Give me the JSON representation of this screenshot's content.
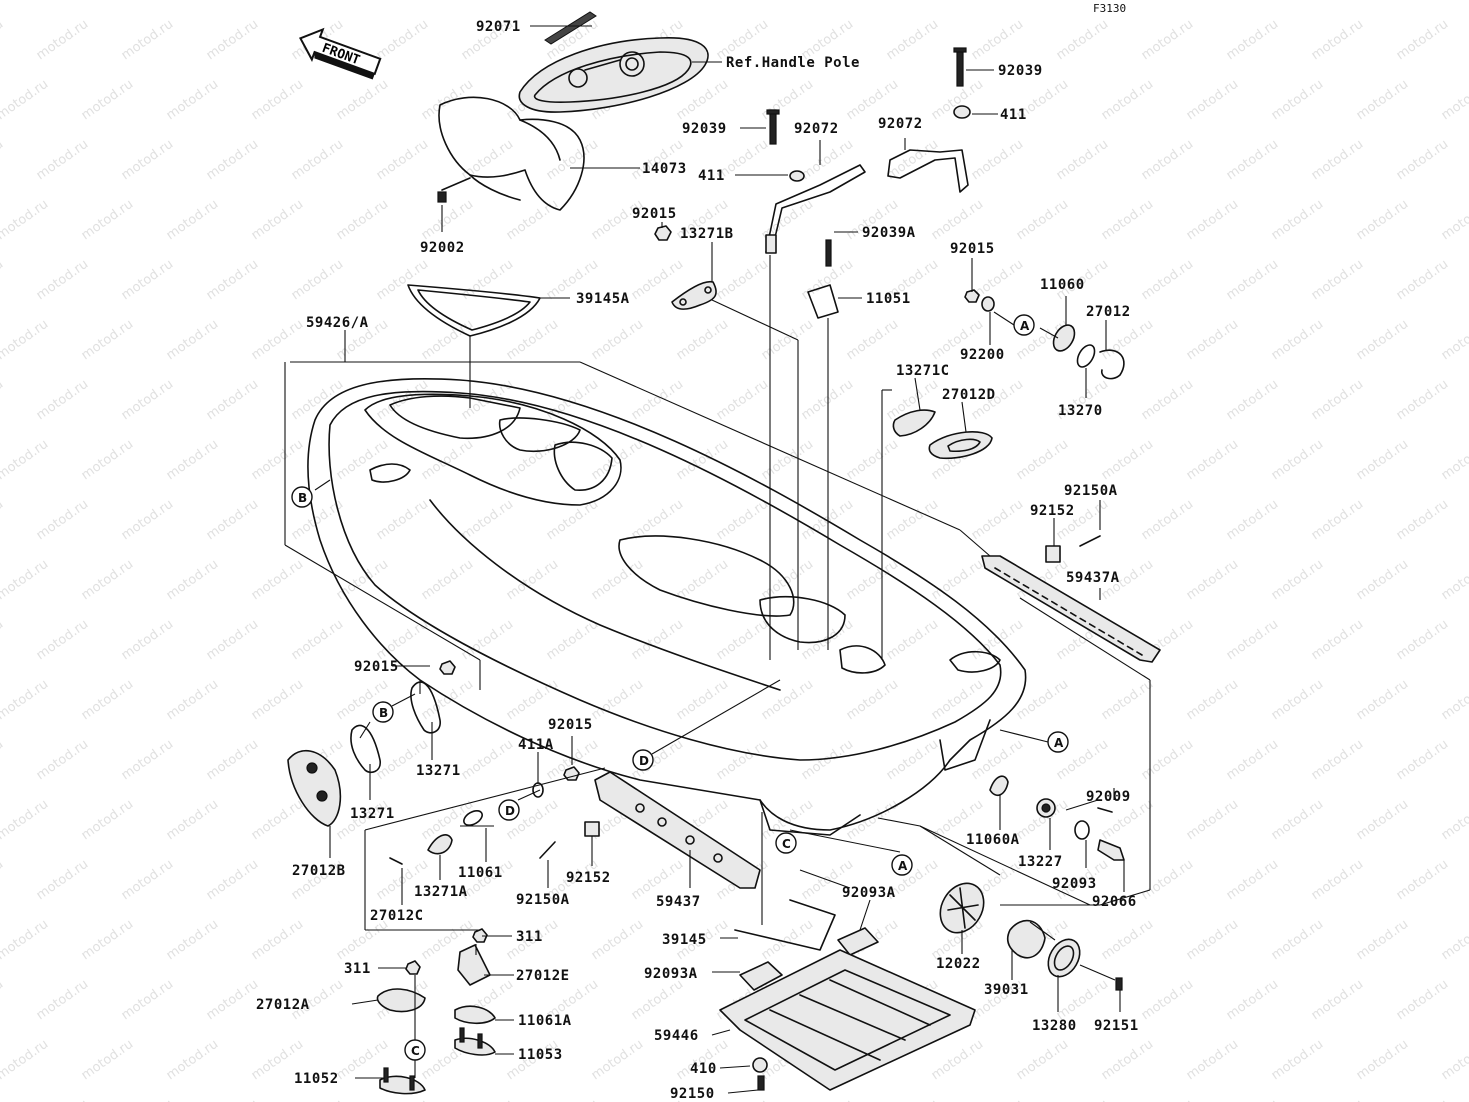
{
  "figure_code": "F3130",
  "front_label": "FRONT",
  "watermark_text": "motod.ru",
  "callouts": {
    "A": "A",
    "B": "B",
    "C": "C",
    "D": "D"
  },
  "labels": {
    "l92071": "92071",
    "ref_handle_pole": "Ref.Handle Pole",
    "l14073": "14073",
    "l92002": "92002",
    "l39145A": "39145A",
    "l59426A": "59426/A",
    "l92039": "92039",
    "l92072": "92072",
    "l411": "411",
    "l92015": "92015",
    "l13271B": "13271B",
    "l92039A": "92039A",
    "l11051": "11051",
    "l11060": "11060",
    "l27012": "27012",
    "l92200": "92200",
    "l13270": "13270",
    "l13271C": "13271C",
    "l27012D": "27012D",
    "l92150A": "92150A",
    "l92152": "92152",
    "l59437A": "59437A",
    "l13271": "13271",
    "l27012B": "27012B",
    "l411A": "411A",
    "l11061": "11061",
    "l13271A": "13271A",
    "l27012C": "27012C",
    "l59437": "59437",
    "l92093A": "92093A",
    "l39145": "39145",
    "l59446": "59446",
    "l410": "410",
    "l92150": "92150",
    "l92009": "92009",
    "l11060A": "11060A",
    "l13227": "13227",
    "l92093": "92093",
    "l92066": "92066",
    "l12022": "12022",
    "l39031": "39031",
    "l13280": "13280",
    "l92151": "92151",
    "l311": "311",
    "l27012E": "27012E",
    "l27012A": "27012A",
    "l11061A": "11061A",
    "l11053": "11053",
    "l11052": "11052"
  }
}
